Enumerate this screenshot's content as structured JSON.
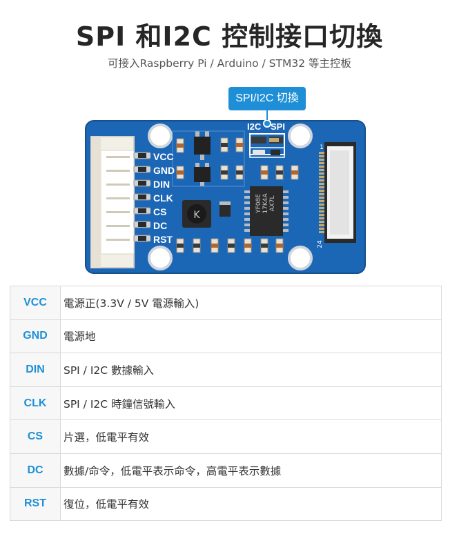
{
  "header": {
    "title": "SPI 和I2C 控制接口切換",
    "subtitle": "可接入Raspberry Pi / Arduino / STM32 等主控板"
  },
  "board": {
    "callout": "SPI/I2C 切換",
    "switch_left": "I2C",
    "switch_right": "SPI",
    "pins": [
      "VCC",
      "GND",
      "DIN",
      "CLK",
      "CS",
      "DC",
      "RST"
    ],
    "chip_text": [
      "YF08E",
      "17K4A",
      "AX7L"
    ],
    "fpc_pin_first": "1",
    "fpc_pin_last": "24",
    "colors": {
      "pcb": "#1c66b6",
      "accent": "#1e8fd6"
    }
  },
  "pin_table": {
    "rows": [
      {
        "name": "VCC",
        "desc": "電源正(3.3V / 5V 電源輸入)"
      },
      {
        "name": "GND",
        "desc": "電源地"
      },
      {
        "name": "DIN",
        "desc": "SPI / I2C 數據輸入"
      },
      {
        "name": "CLK",
        "desc": "SPI / I2C 時鐘信號輸入"
      },
      {
        "name": "CS",
        "desc": "片選，低電平有效"
      },
      {
        "name": "DC",
        "desc": "數據/命令，低電平表示命令，高電平表示數據"
      },
      {
        "name": "RST",
        "desc": "復位，低電平有效"
      }
    ]
  }
}
